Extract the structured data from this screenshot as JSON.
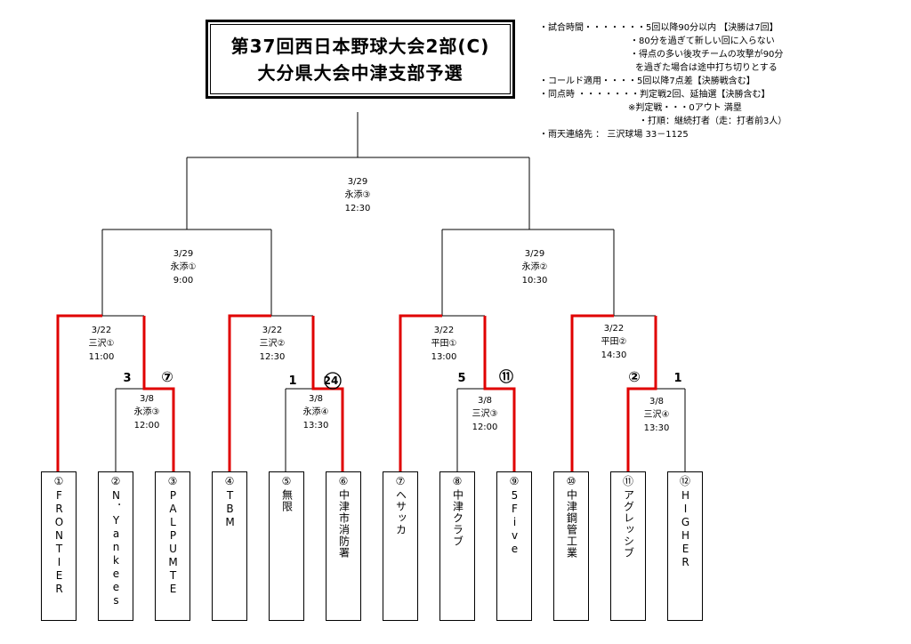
{
  "title": {
    "line1": "第37回西日本野球大会2部(C)",
    "line2": "大分県大会中津支部予選"
  },
  "notes": [
    "・試合時間・・・・・・・5回以降90分以内 【決勝は7回】",
    "・80分を過ぎて新しい回に入らない",
    "・得点の多い後攻チームの攻撃が90分",
    "を過ぎた場合は途中打ち切りとする",
    "・コールド適用・・・・5回以降7点差【決勝戦含む】",
    "・同点時 ・・・・・・・判定戦2回、延抽選【決勝含む】",
    "※判定戦・・・0アウト 満塁",
    "・打順：継続打者（走：打者前3人）",
    "・雨天連絡先 ： 三沢球場 33－1125"
  ],
  "matches": [
    {
      "date": "3/29",
      "venue": "永添③",
      "time": "12:30"
    },
    {
      "date": "3/29",
      "venue": "永添①",
      "time": "9:00"
    },
    {
      "date": "3/29",
      "venue": "永添②",
      "time": "10:30"
    },
    {
      "date": "3/22",
      "venue": "三沢①",
      "time": "11:00"
    },
    {
      "date": "3/22",
      "venue": "三沢②",
      "time": "12:30"
    },
    {
      "date": "3/22",
      "venue": "平田①",
      "time": "13:00"
    },
    {
      "date": "3/22",
      "venue": "平田②",
      "time": "14:30"
    },
    {
      "date": "3/8",
      "venue": "永添③",
      "time": "12:00"
    },
    {
      "date": "3/8",
      "venue": "永添④",
      "time": "13:30"
    },
    {
      "date": "3/8",
      "venue": "三沢③",
      "time": "12:00"
    },
    {
      "date": "3/8",
      "venue": "三沢④",
      "time": "13:30"
    }
  ],
  "scores": [
    "3",
    "⑦",
    "1",
    "24",
    "5",
    "⑪",
    "②",
    "1"
  ],
  "teams": [
    {
      "num": "①",
      "name": "FRONTIER"
    },
    {
      "num": "②",
      "name": "N．Yankees"
    },
    {
      "num": "③",
      "name": "PALPUMTE"
    },
    {
      "num": "④",
      "name": "TBM"
    },
    {
      "num": "⑤",
      "name": "無限"
    },
    {
      "num": "⑥",
      "name": "中津市消防署"
    },
    {
      "num": "⑦",
      "name": "ヘサッカ"
    },
    {
      "num": "⑧",
      "name": "中津クラブ"
    },
    {
      "num": "⑨",
      "name": "5Five"
    },
    {
      "num": "⑩",
      "name": "中津鋼管工業"
    },
    {
      "num": "⑪",
      "name": "アグレッシブ"
    },
    {
      "num": "⑫",
      "name": "HIGHER"
    }
  ],
  "colors": {
    "line": "#000000",
    "winner": "#e00000"
  }
}
